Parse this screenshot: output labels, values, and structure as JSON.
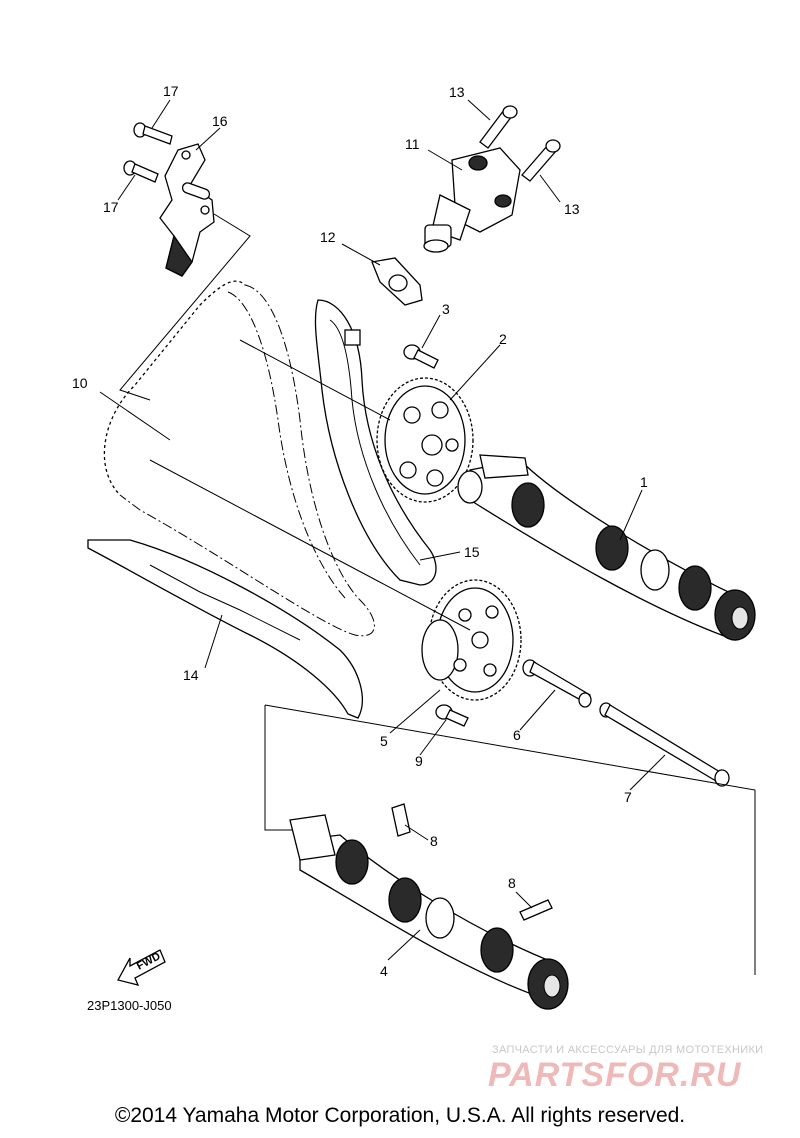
{
  "diagram": {
    "drawing_code": "23P1300-J050",
    "fwd_label": "FWD",
    "callouts": {
      "c1": "1",
      "c2": "2",
      "c3": "3",
      "c4": "4",
      "c5": "5",
      "c6": "6",
      "c7": "7",
      "c8a": "8",
      "c8b": "8",
      "c9": "9",
      "c10": "10",
      "c11": "11",
      "c12": "12",
      "c13a": "13",
      "c13b": "13",
      "c14": "14",
      "c15": "15",
      "c16": "16",
      "c17a": "17",
      "c17b": "17"
    }
  },
  "watermark": {
    "tagline": "ЗАПЧАСТИ И АКСЕССУАРЫ ДЛЯ МОТОТЕХНИКИ",
    "logo": "PARTSFOR.RU"
  },
  "footer": {
    "copyright": "©2014 Yamaha Motor Corporation, U.S.A. All rights reserved."
  },
  "colors": {
    "line": "#000000",
    "watermark_logo": "#efb9b9",
    "watermark_text": "#c8c8c8"
  }
}
